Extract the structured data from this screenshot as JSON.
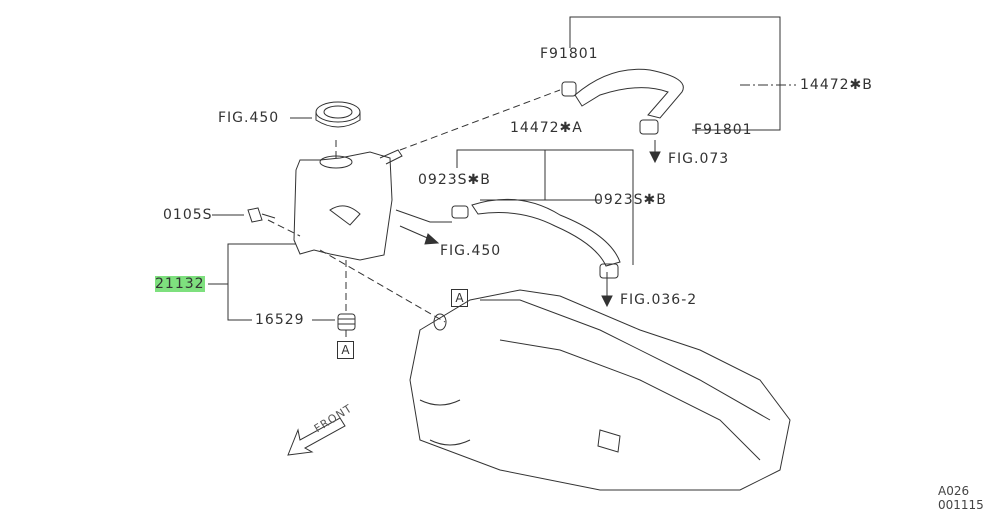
{
  "labels": {
    "f91801_top": "F91801",
    "hose_b": "14472✱B",
    "f91801_right": "F91801",
    "fig073": "FIG.073",
    "hose_a": "14472✱A",
    "clamp_left": "0923S✱B",
    "clamp_right": "0923S✱B",
    "fig450_cap": "FIG.450",
    "fig450_arrow": "FIG.450",
    "bolt": "0105S",
    "tank": "21132",
    "grommet": "16529",
    "ref_a_bottom": "A",
    "ref_a_manifold": "A",
    "fig036": "FIG.036-2",
    "front": "FRONT",
    "diagram_id": "A026 001115"
  },
  "colors": {
    "highlight": "#7ee07e",
    "line": "#333333"
  }
}
